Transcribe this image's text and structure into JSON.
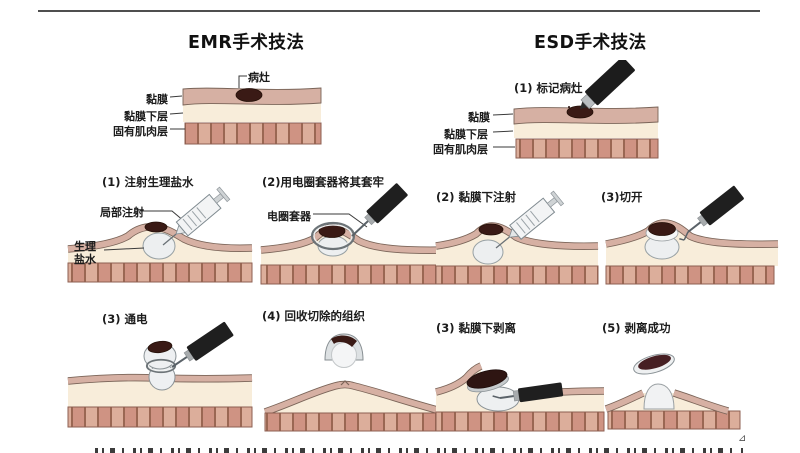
{
  "page": {
    "background": "#ffffff",
    "top_rule_color": "#4f4f4f",
    "corner_mark": "⊿"
  },
  "colors": {
    "mucosa": "#d6b0a3",
    "mucosa_outline": "#7a6458",
    "submucosa": "#f8edda",
    "muscle_base": "#cf9383",
    "muscle_light": "#dcae9b",
    "muscle_line": "#9a6753",
    "lesion": "#3a1a15",
    "saline_bubble": "#edeff0",
    "instrument": "#1f1f1f",
    "syringe": "#f3f4f5",
    "title_text": "#111111",
    "label_text": "#1c1c1c"
  },
  "emr": {
    "title": "EMR手术技法",
    "anatomy": {
      "lesion_label": "病灶",
      "layers": [
        "黏膜",
        "黏膜下层",
        "固有肌肉层"
      ]
    },
    "steps": [
      {
        "title": "(1) 注射生理盐水",
        "injection_label": "局部注射",
        "saline_label": "生理盐水"
      },
      {
        "title": "(2)用电圈套器将其套牢",
        "snare_label": "电圈套器"
      },
      {
        "title": "(3) 通电"
      },
      {
        "title": "(4) 回收切除的组织"
      }
    ]
  },
  "esd": {
    "title": "ESD手术技法",
    "anatomy": {
      "step_title": "(1) 标记病灶",
      "layers": [
        "黏膜",
        "黏膜下层",
        "固有肌肉层"
      ]
    },
    "steps": [
      {
        "title": "(2) 黏膜下注射"
      },
      {
        "title": "(3)切开"
      },
      {
        "title": "(3) 黏膜下剥离"
      },
      {
        "title": "(5) 剥离成功"
      }
    ]
  }
}
